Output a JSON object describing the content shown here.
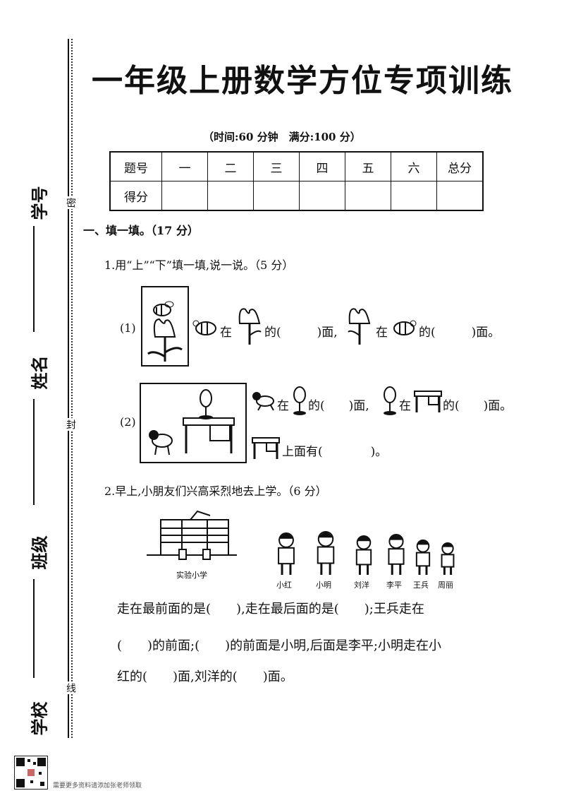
{
  "sidebar": {
    "student_id": "学号",
    "name": "姓名",
    "class": "班级",
    "school": "学校",
    "mark_secret": "密",
    "mark_seal": "封",
    "mark_line": "线"
  },
  "header": {
    "title": "一年级上册数学方位专项训练",
    "subtitle": "（时间:60 分钟　满分:100 分）"
  },
  "score_table": {
    "header_row": [
      "题号",
      "一",
      "二",
      "三",
      "四",
      "五",
      "六",
      "总分"
    ],
    "score_row_label": "得分"
  },
  "section1": {
    "heading": "一、填一填。（17 分）",
    "q1": {
      "label": "1.用“上”“下”填一填,说一说。（5 分）",
      "part1": {
        "num": "(1)",
        "t1": "在",
        "t2": "的(　　　)面,",
        "t3": "在",
        "t4": "的(　　　)面。"
      },
      "part2": {
        "num": "(2)",
        "t1": "在",
        "t2": "的(　　)面,",
        "t3": "在",
        "t4": "的(　　)面。",
        "t5": "上面有(　　　　)。"
      }
    },
    "q2": {
      "label": "2.早上,小朋友们兴高采烈地去上学。（6 分）",
      "school_name": "实验小学",
      "children": [
        "小红",
        "小明",
        "刘洋",
        "李平",
        "王兵",
        "周丽"
      ],
      "line1": "走在最前面的是(　　),走在最后面的是(　　);王兵走在",
      "line2": "(　　)的前面;(　　)的前面是小明,后面是李平;小明走在小",
      "line3": "红的(　　)面,刘洋的(　　)面。"
    }
  },
  "footer": {
    "note": "需要更多资料请添加张老师领取"
  }
}
